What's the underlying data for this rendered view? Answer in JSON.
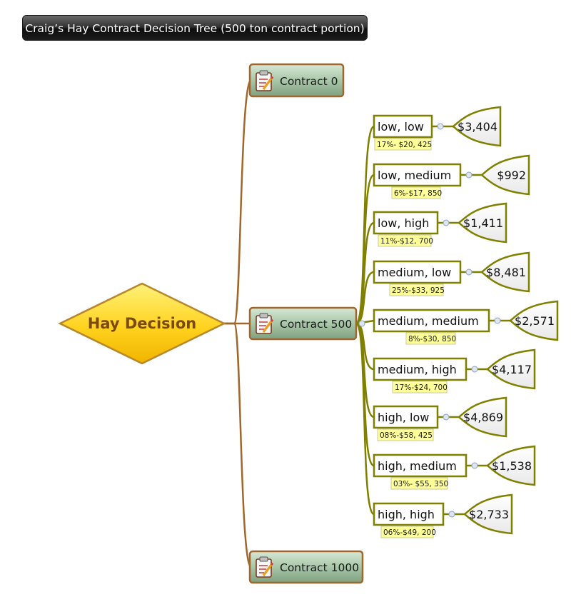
{
  "title": "Craig’s Hay Contract Decision Tree (500 ton contract portion)",
  "root": {
    "label": "Hay Decision"
  },
  "contracts": [
    {
      "label": "Contract 0"
    },
    {
      "label": "Contract 500"
    },
    {
      "label": "Contract 1000"
    }
  ],
  "outcomes": [
    {
      "label": "low, low",
      "note": "17%- $20, 425",
      "value": "$3,404"
    },
    {
      "label": "low, medium",
      "note": "6%-$17, 850",
      "value": "$992"
    },
    {
      "label": "low, high",
      "note": "11%-$12, 700",
      "value": "$1,411"
    },
    {
      "label": "medium, low",
      "note": "25%-$33, 925",
      "value": "$8,481"
    },
    {
      "label": "medium, medium",
      "note": "8%-$30, 850",
      "value": "$2,571"
    },
    {
      "label": "medium, high",
      "note": "17%-$24, 700",
      "value": "$4,117"
    },
    {
      "label": "high, low",
      "note": "08%-$58, 425",
      "value": "$4,869"
    },
    {
      "label": "high, medium",
      "note": "03%- $55, 350",
      "value": "$1,538"
    },
    {
      "label": "high, high",
      "note": "06%-$49, 200",
      "value": "$2,733"
    }
  ],
  "colors": {
    "root_fill": "#ffd21e",
    "root_border": "#b8872a",
    "root_text": "#7a4a12",
    "contract_fill": "#8fb08f",
    "contract_border": "#a0672c",
    "connector_brown": "#a0672c",
    "outcome_border": "#808000",
    "note_fill": "#ffff99"
  },
  "icons": {
    "contract": "clipboard-pencil-icon",
    "expander": "collapse-dot-icon"
  }
}
